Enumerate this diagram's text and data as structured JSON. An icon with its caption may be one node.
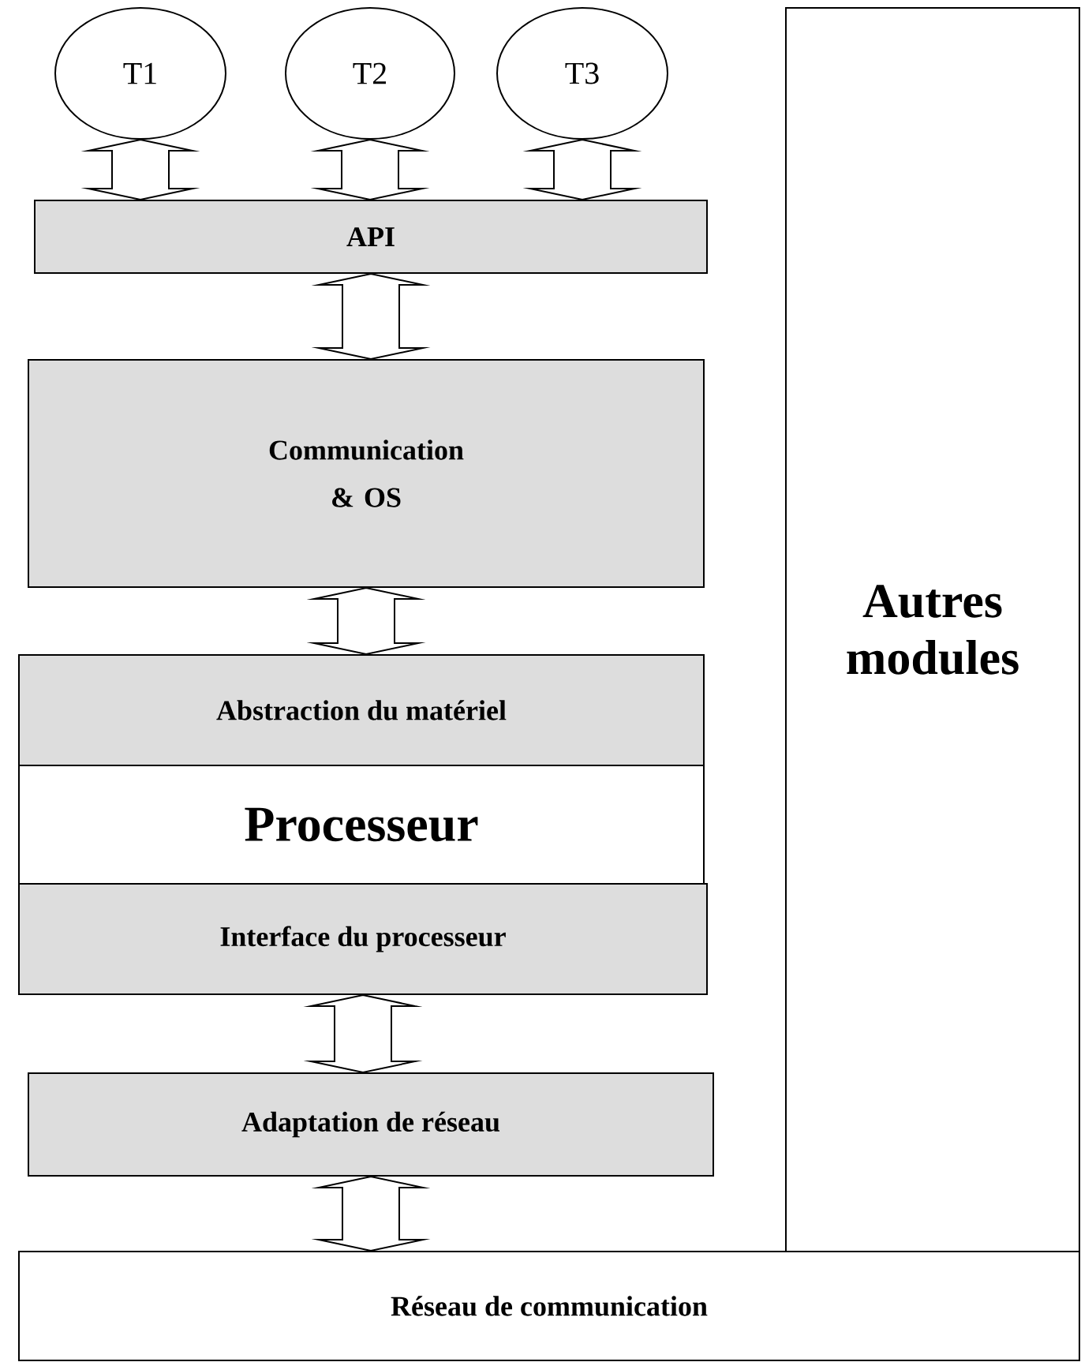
{
  "diagram": {
    "nodes": [
      {
        "text": [
          "T1"
        ]
      },
      {
        "text": [
          "T2"
        ]
      },
      {
        "text": [
          "T3"
        ]
      },
      {
        "text": [
          "API"
        ]
      },
      {
        "text": [
          "Communication & OS"
        ]
      },
      {
        "text": [
          "Abstraction du matériel"
        ]
      },
      {
        "text": [
          "Processeur"
        ]
      },
      {
        "text": [
          "Interface du processeur"
        ]
      },
      {
        "text": [
          "Adaptation de réseau"
        ]
      },
      {
        "text": [
          "Autres modules"
        ]
      },
      {
        "text": [
          "Réseau de communication"
        ]
      }
    ],
    "edges": [
      {
        "from": 0,
        "to": 3,
        "arrow": "both"
      },
      {
        "from": 1,
        "to": 3,
        "arrow": "both"
      },
      {
        "from": 2,
        "to": 3,
        "arrow": "both"
      },
      {
        "from": 3,
        "to": 4,
        "arrow": "both"
      },
      {
        "from": 4,
        "to": 5,
        "arrow": "both"
      },
      {
        "from": 7,
        "to": 8,
        "arrow": "both"
      },
      {
        "from": 8,
        "to": 10,
        "arrow": "both"
      }
    ]
  }
}
